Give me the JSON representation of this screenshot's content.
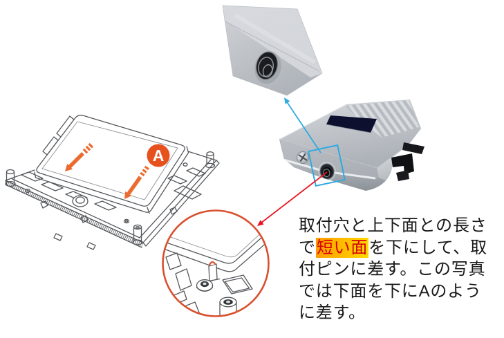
{
  "figure": {
    "type": "hardware-installation-instruction",
    "step_marker": "A",
    "instruction": {
      "line1": "取付穴と上下面との長さ",
      "line2_pre": "で",
      "line2_highlight": "短い面",
      "line2_post": "を下にして、取",
      "line3": "付ピンに差す。この写真",
      "line4": "では下面を下にAのよう",
      "line5": "に差す。"
    }
  },
  "colors": {
    "accent_orange": "#E7511D",
    "arrow_orange": "#EC6A2F",
    "callout_circle": "#D9512F",
    "zoom_arrow_red": "#E8111C",
    "detail_blue": "#2FA9E1",
    "highlight_bg_left": "#FF9E00",
    "highlight_bg_right": "#FFD800",
    "highlight_text": "#D40000"
  }
}
